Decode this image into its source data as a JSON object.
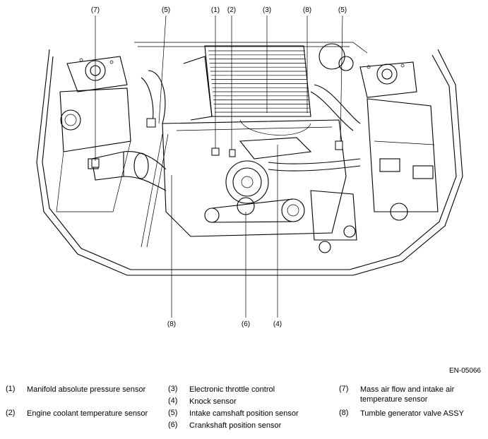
{
  "figure_id": "EN-05066",
  "callouts": {
    "c7": "(7)",
    "c5a": "(5)",
    "c1": "(1)",
    "c2": "(2)",
    "c3": "(3)",
    "c8a": "(8)",
    "c5b": "(5)",
    "c8b": "(8)",
    "c6": "(6)",
    "c4": "(4)"
  },
  "legend": [
    {
      "num": "(1)",
      "text": "Manifold absolute pressure sensor"
    },
    {
      "num": "(2)",
      "text": "Engine coolant temperature sensor"
    },
    {
      "num": "(3)",
      "text": "Electronic throttle control"
    },
    {
      "num": "(4)",
      "text": "Knock sensor"
    },
    {
      "num": "(5)",
      "text": "Intake camshaft position sensor"
    },
    {
      "num": "(6)",
      "text": "Crankshaft position sensor"
    },
    {
      "num": "(7)",
      "text": "Mass air flow and intake air temperature sensor"
    },
    {
      "num": "(8)",
      "text": "Tumble generator valve ASSY"
    }
  ]
}
